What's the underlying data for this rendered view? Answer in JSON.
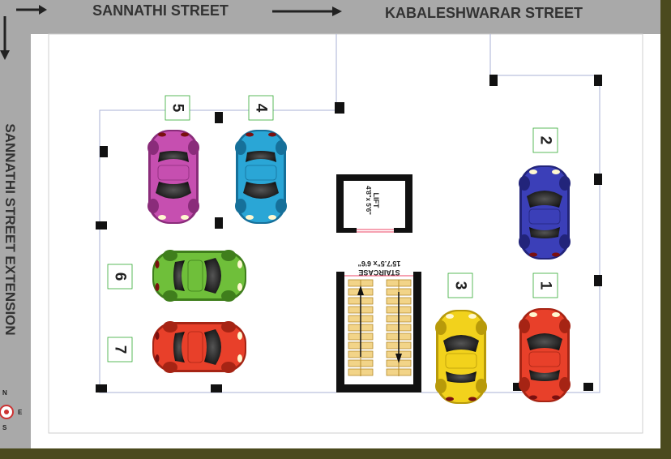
{
  "streets": {
    "top_left": "SANNATHI STREET",
    "top_right": "KABALESHWARAR STREET",
    "left": "SANNATHI STREET EXTENSION"
  },
  "lift": {
    "title": "LIFT",
    "size": "4'8\"x 5'6\""
  },
  "staircase": {
    "title": "STAIRCASE",
    "size": "15'7.5\"x 6'6\""
  },
  "compass": {
    "n": "N",
    "e": "E",
    "s": "S"
  },
  "slots": [
    {
      "number": "1",
      "car_color": "#e8402a",
      "car_dark": "#a62414"
    },
    {
      "number": "2",
      "car_color": "#3b3fb8",
      "car_dark": "#22247a"
    },
    {
      "number": "3",
      "car_color": "#f2d21c",
      "car_dark": "#b89a0a"
    },
    {
      "number": "4",
      "car_color": "#2aa6d6",
      "car_dark": "#16709a"
    },
    {
      "number": "5",
      "car_color": "#c64fb0",
      "car_dark": "#8a2c7a"
    },
    {
      "number": "6",
      "car_color": "#6fbf3a",
      "car_dark": "#3f7e1c"
    },
    {
      "number": "7",
      "car_color": "#e8402a",
      "car_dark": "#a62414"
    }
  ]
}
